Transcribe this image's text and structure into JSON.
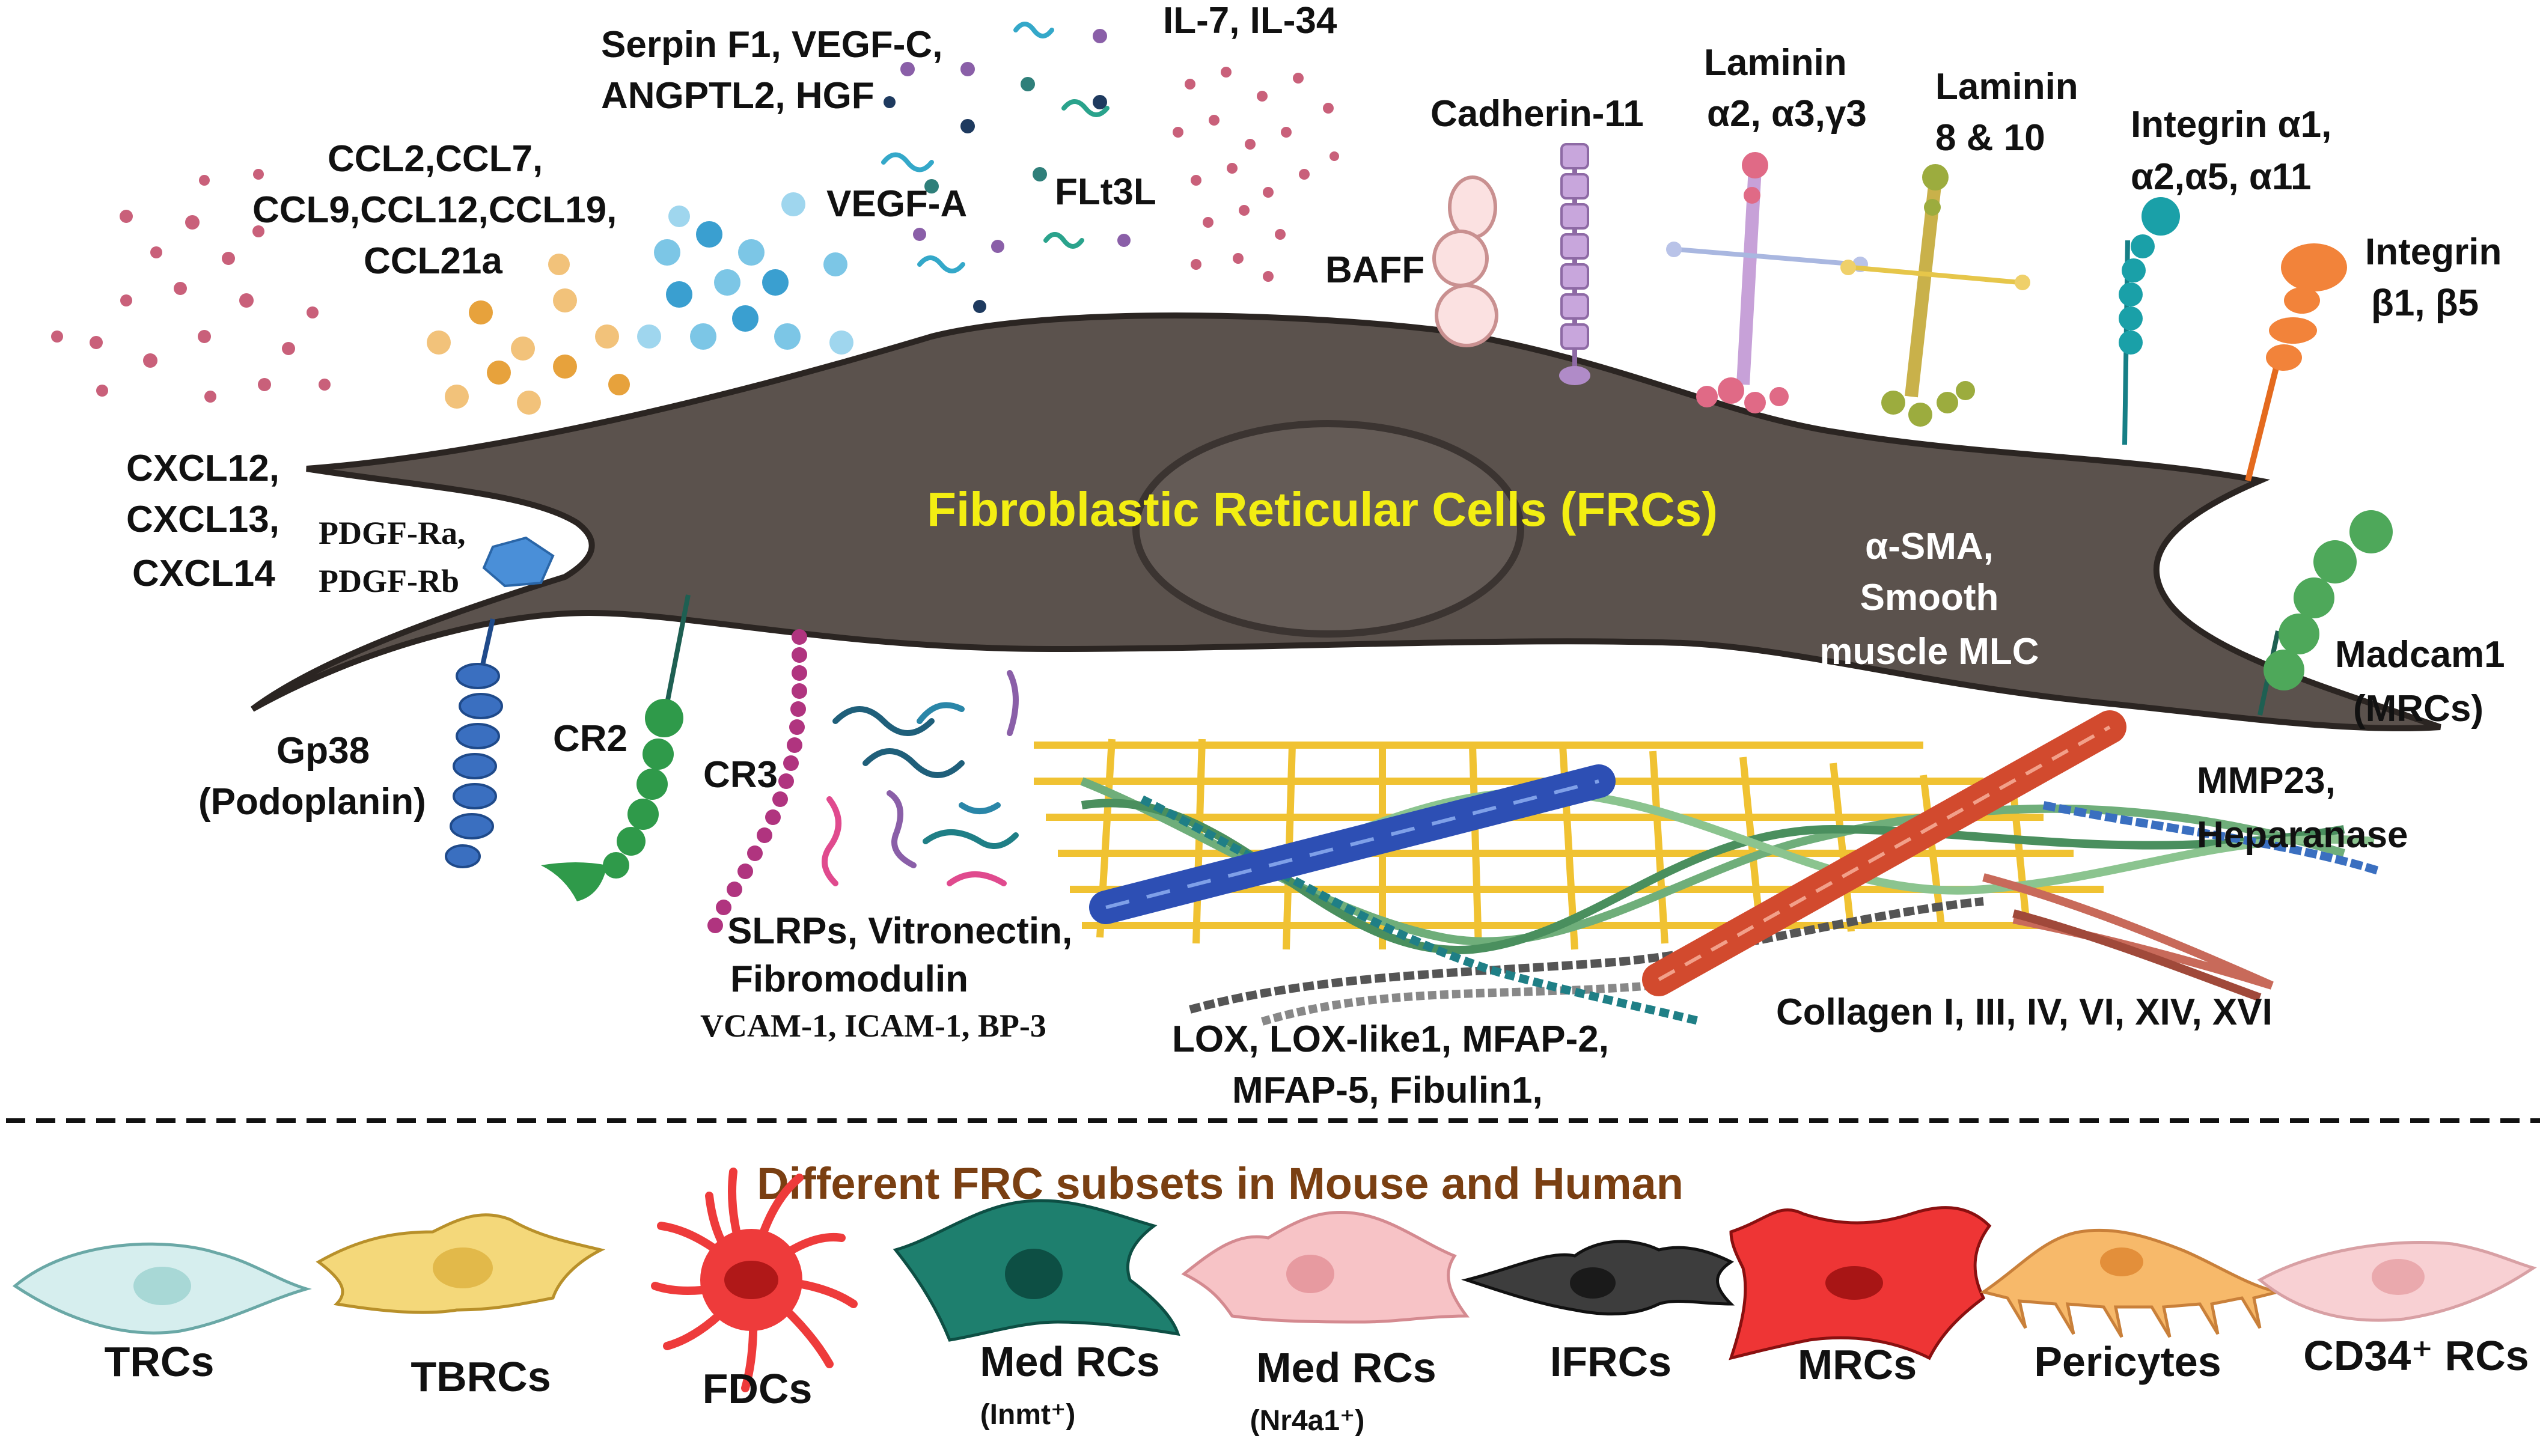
{
  "cell": {
    "title": "Fibroblastic Reticular Cells (FRCs)",
    "body_color": "#5b524d",
    "title_color": "#f3ee12"
  },
  "labels": {
    "serpin_line1": "Serpin F1, VEGF-C,",
    "serpin_line2": "ANGPTL2, HGF",
    "il": "IL-7, IL-34",
    "ccl_line1": "CCL2,CCL7,",
    "ccl_line2": "CCL9,CCL12,CCL19,",
    "ccl_line3": "CCL21a",
    "vegfa": "VEGF-A",
    "flt3l": "FLt3L",
    "cadherin": "Cadherin-11",
    "laminin_a_line1": "Laminin",
    "laminin_a_line2": "α2, α3,γ3",
    "laminin_b_line1": "Laminin",
    "laminin_b_line2": "8 & 10",
    "integrin_a_line1": "Integrin α1,",
    "integrin_a_line2": "α2,α5, α11",
    "integrin_b_line1": "Integrin",
    "integrin_b_line2": "β1, β5",
    "baff": "BAFF",
    "cxcl_line1": "CXCL12,",
    "cxcl_line2": "CXCL13,",
    "cxcl_line3": "CXCL14",
    "pdgf_line1": "PDGF-Ra,",
    "pdgf_line2": "PDGF-Rb",
    "sma_line1": "α-SMA,",
    "sma_line2": "Smooth",
    "sma_line3": "muscle MLC",
    "madcam_line1": "Madcam1",
    "madcam_line2": "(MRCs)",
    "gp38_line1": "Gp38",
    "gp38_line2": "(Podoplanin)",
    "cr2": "CR2",
    "cr3": "CR3",
    "mmp_line1": "MMP23,",
    "mmp_line2": "Heparanase",
    "slrp_line1": "SLRPs, Vitronectin,",
    "slrp_line2": "Fibromodulin",
    "vcam": "VCAM-1, ICAM-1, BP-3",
    "collagen": "Collagen I, III, IV, VI, XIV, XVI",
    "lox_line1": "LOX, LOX-like1, MFAP-2,",
    "lox_line2": "MFAP-5, Fibulin1,"
  },
  "subsets": {
    "title": "Different FRC subsets in Mouse and Human",
    "items": [
      {
        "label": "TRCs",
        "sub": "",
        "color": "#d6eeee",
        "nucleus": "#a8d8d6"
      },
      {
        "label": "TBRCs",
        "sub": "",
        "color": "#f4d87a",
        "nucleus": "#e2b94a"
      },
      {
        "label": "FDCs",
        "sub": "",
        "color": "#ee3b3b",
        "nucleus": "#b01818"
      },
      {
        "label": "Med RCs",
        "sub": "(Inmt⁺)",
        "color": "#1e7f6e",
        "nucleus": "#0d4f44"
      },
      {
        "label": "Med RCs",
        "sub": "(Nr4a1⁺)",
        "color": "#f7c3c6",
        "nucleus": "#e79aa0"
      },
      {
        "label": "IFRCs",
        "sub": "",
        "color": "#3d3d3d",
        "nucleus": "#1a1a1a"
      },
      {
        "label": "MRCs",
        "sub": "",
        "color": "#ee3535",
        "nucleus": "#a81515"
      },
      {
        "label": "Pericytes",
        "sub": "",
        "color": "#f7b96a",
        "nucleus": "#e38f3a"
      },
      {
        "label": "CD34⁺ RCs",
        "sub": "",
        "color": "#f8d0d3",
        "nucleus": "#eaa9ad"
      }
    ]
  }
}
